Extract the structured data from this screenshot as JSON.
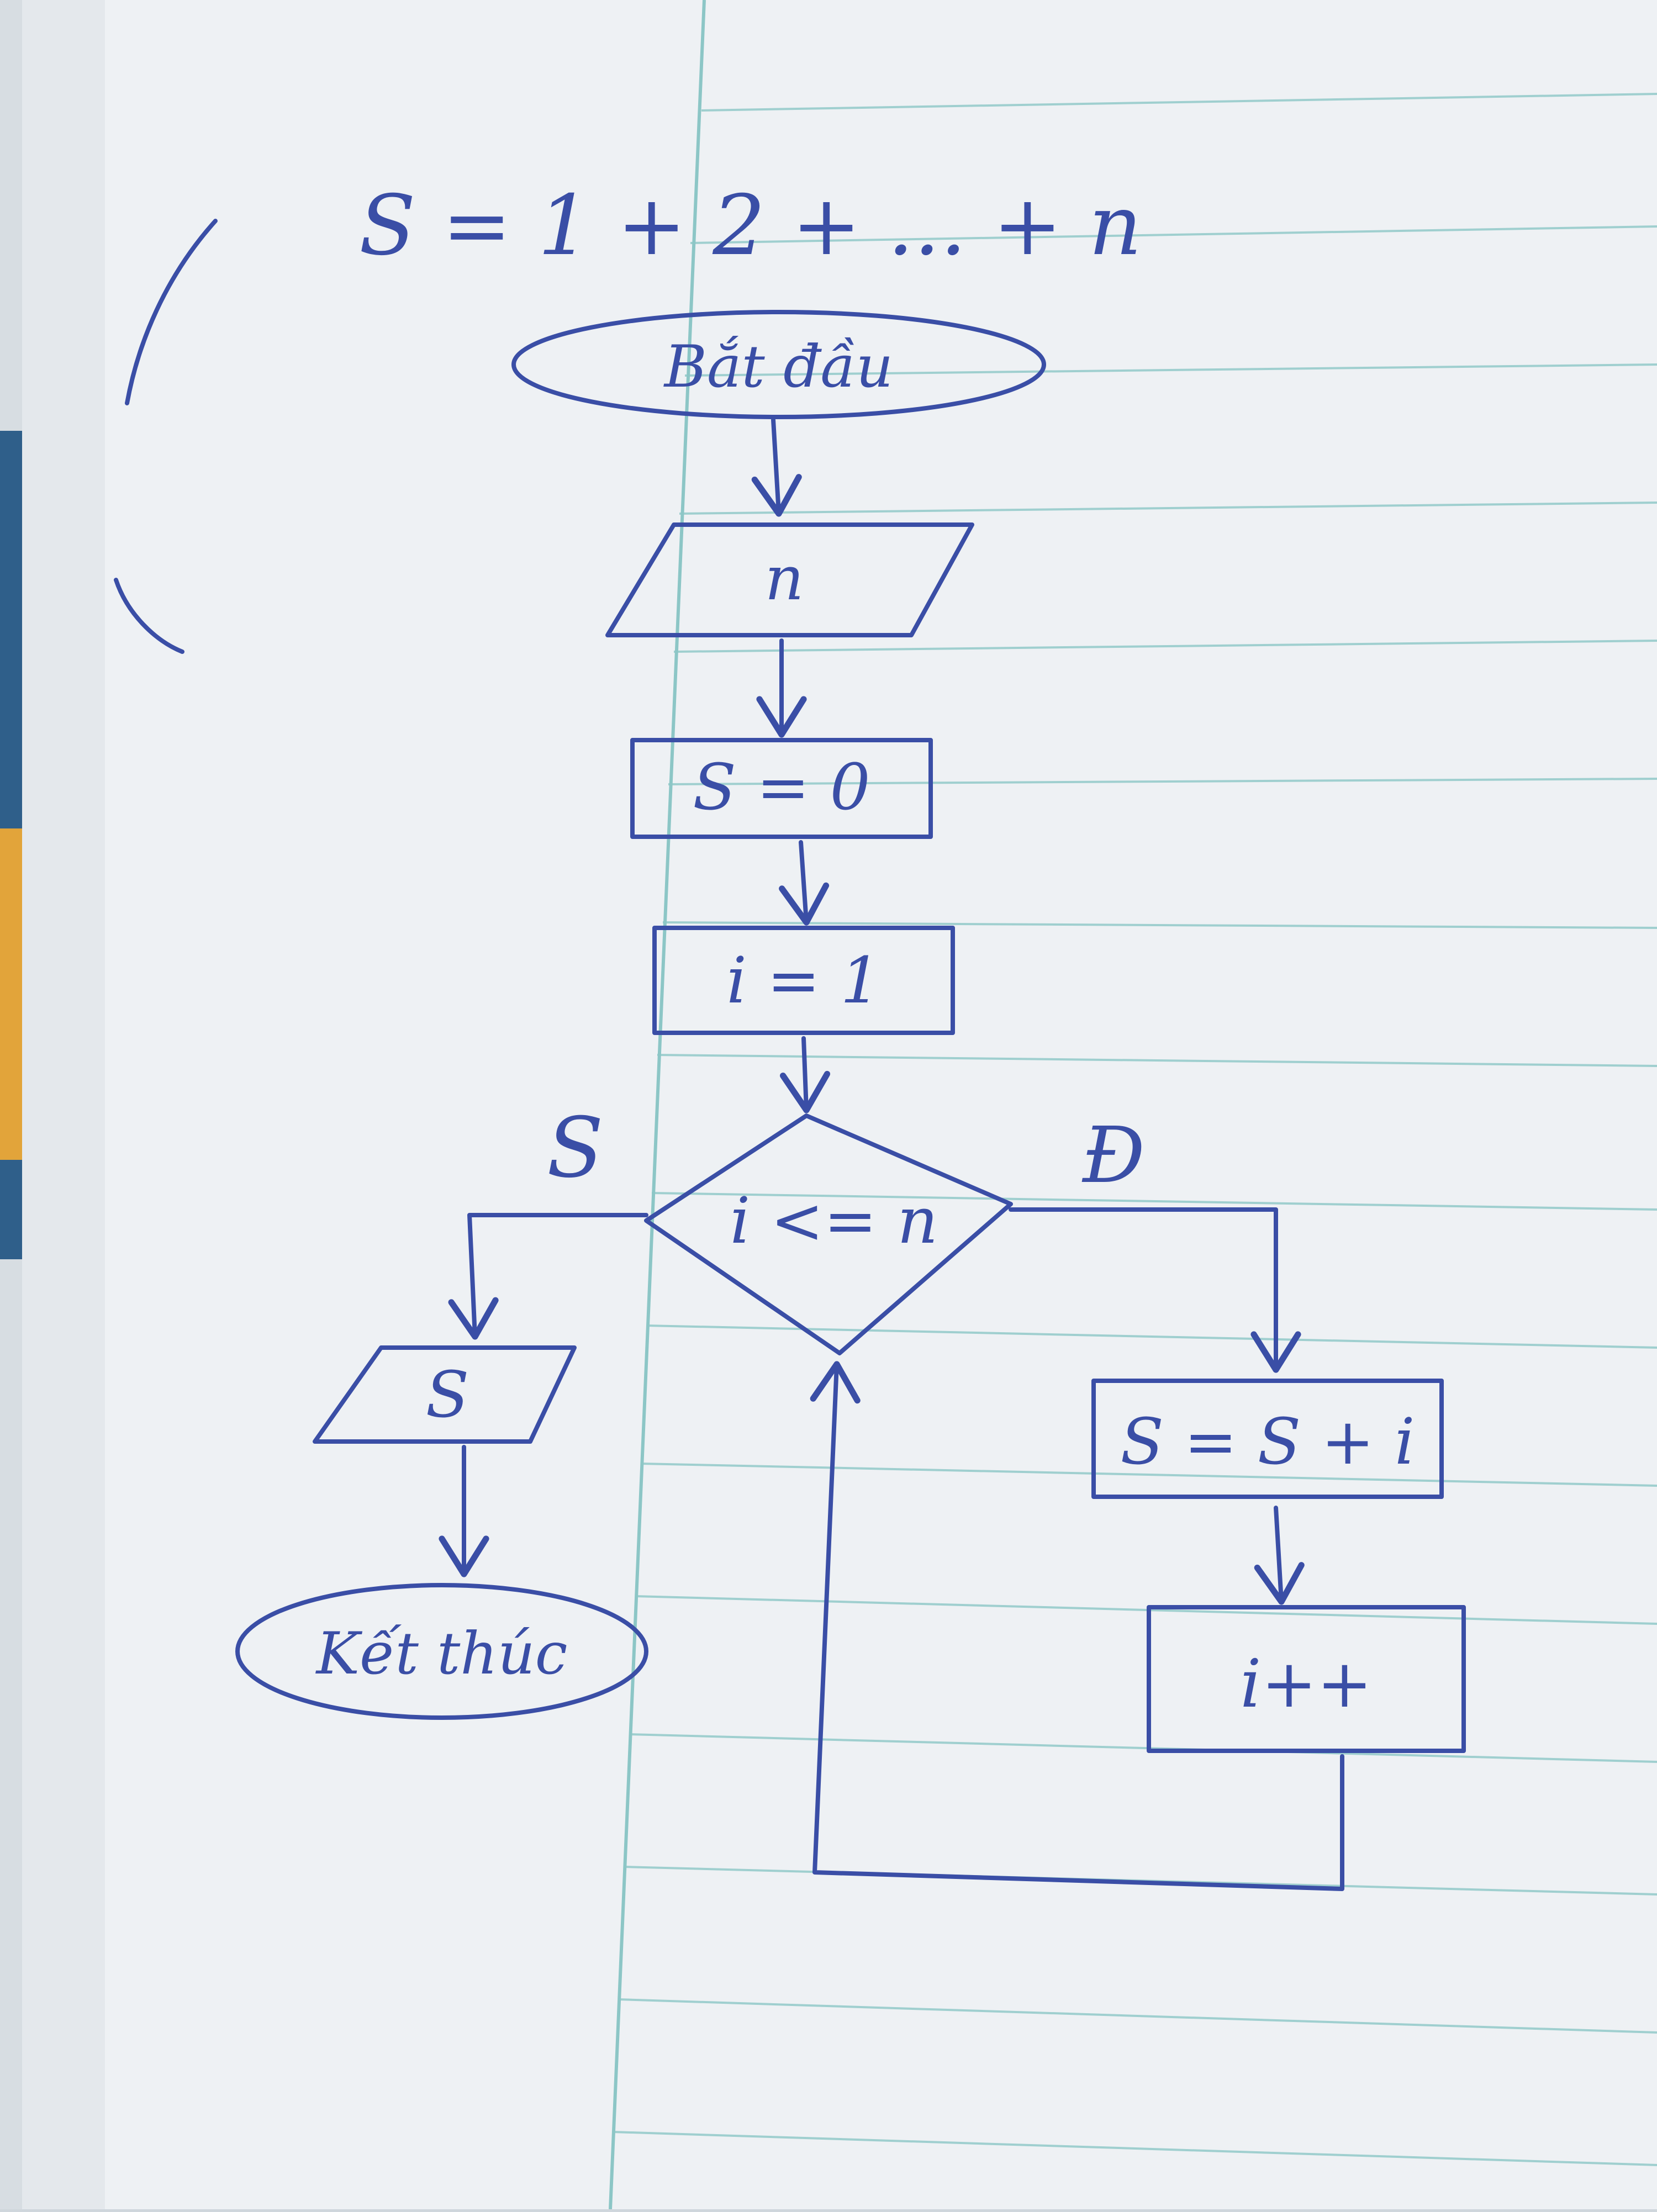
{
  "colors": {
    "paper": "#eef1f4",
    "ink": "#3a4ea6",
    "rule_line": "#9fcfcf",
    "margin_line": "#8cc6c6",
    "desk_left": "#2f5f8a"
  },
  "title_formula": "S = 1 + 2 + ... + n",
  "flowchart": {
    "start": "Bắt đầu",
    "input": "n",
    "init_sum": "S = 0",
    "init_counter": "i = 1",
    "condition": "i <= n",
    "branch_false": "S",
    "branch_true": "Đ",
    "update_sum": "S = S + i",
    "increment": "i++",
    "output": "S",
    "end": "Kết thúc"
  }
}
